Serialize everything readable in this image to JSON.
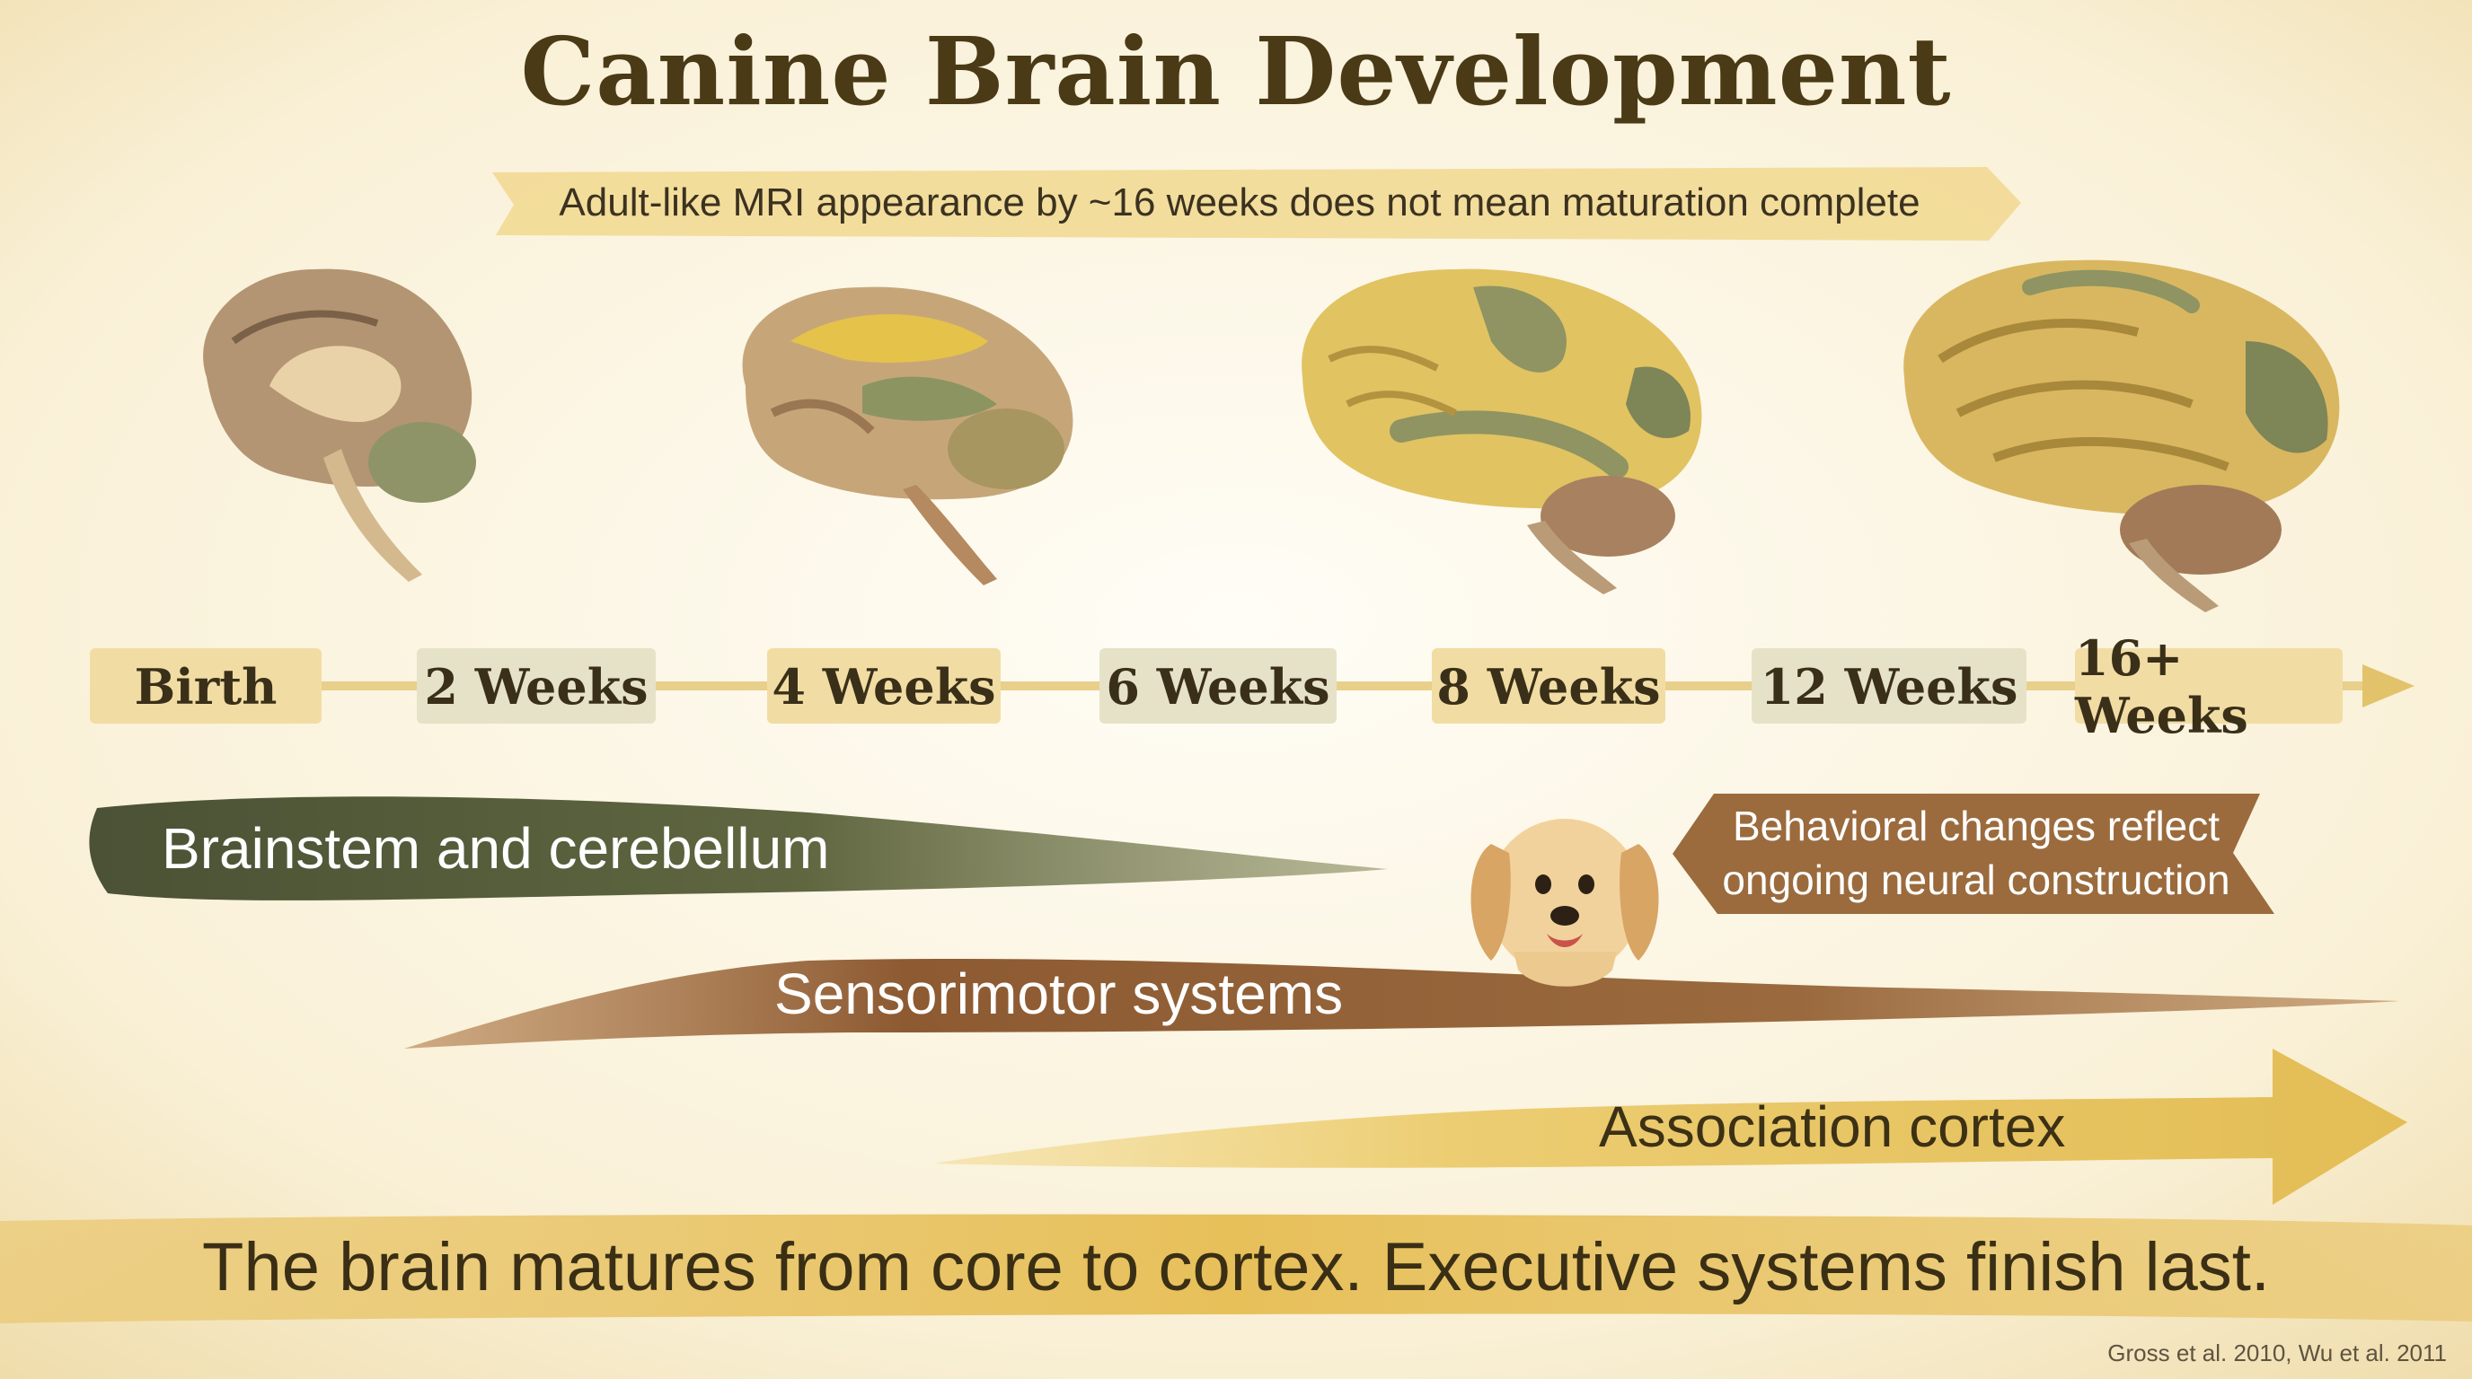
{
  "title": "Canine Brain Development",
  "subtitle": "Adult-like MRI appearance by ~16 weeks does not mean maturation complete",
  "timeline": {
    "milestones": [
      "Birth",
      "2 Weeks",
      "4 Weeks",
      "6 Weeks",
      "8 Weeks",
      "12 Weeks",
      "16+ Weeks"
    ]
  },
  "bands": {
    "brainstem": "Brainstem and cerebellum",
    "sensorimotor": "Sensorimotor systems",
    "association": "Association cortex"
  },
  "callout": {
    "line1": "Behavioral changes reflect",
    "line2": "ongoing neural construction"
  },
  "footer": "The brain matures from core to cortex. Executive systems finish last.",
  "citation": "Gross et al. 2010, Wu et al. 2011",
  "colors": {
    "title": "#4a3a16",
    "olive": "#5f6640",
    "brown": "#8d5a32",
    "gold": "#e3bd55",
    "label_bg": "#f3e1a8"
  },
  "icons": [
    "brain-birth-icon",
    "brain-4-weeks-icon",
    "brain-8-weeks-icon",
    "brain-16-weeks-icon",
    "puppy-icon"
  ]
}
